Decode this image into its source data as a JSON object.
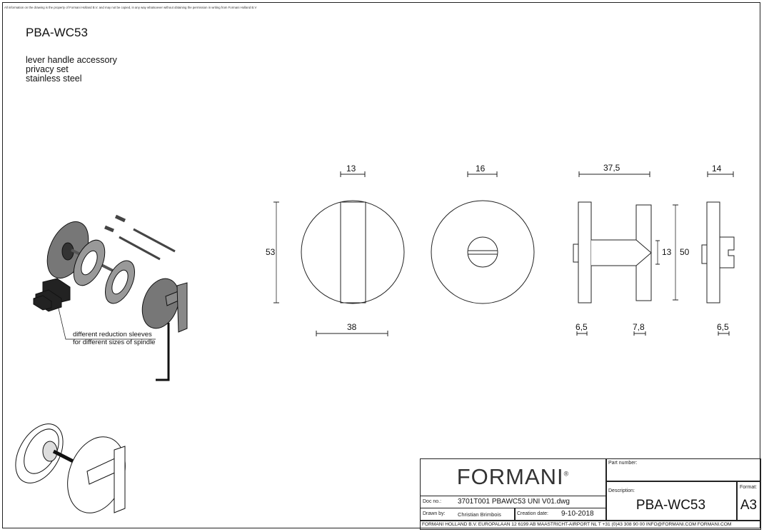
{
  "disclaimer": "All information on the drawing is the property of Formani Holland B.V. and may not be copied, in any way whatsoever without obtaining the permission in writing from Formani Holland B.V",
  "header": {
    "title": "PBA-WC53",
    "lines": [
      "lever handle accessory",
      "privacy set",
      "stainless steel"
    ]
  },
  "illustration": {
    "annotation": [
      "different reduction sleeves",
      "for different sizes of spindle"
    ]
  },
  "dimensions": {
    "front_top": "13",
    "front_height": "53",
    "front_bottom": "38",
    "back_top": "16",
    "side_top": "37,5",
    "side_spindle": "13",
    "side_height": "50",
    "side_plate_left": "6,5",
    "side_plate_right": "7,8",
    "end_top": "14",
    "end_plate": "6,5"
  },
  "title_block": {
    "logo": "FORMANI",
    "logo_mark": "®",
    "part_number_label": "Part number:",
    "part_number": "",
    "description_label": "Description:",
    "description": "PBA-WC53",
    "format_label": "Format:",
    "format": "A3",
    "doc_no_label": "Doc no.:",
    "doc_no": "3701T001 PBAWC53 UNI V01.dwg",
    "drawn_by_label": "Drawn by:",
    "drawn_by": "Christian Brimbois",
    "creation_date_label": "Creation date:",
    "creation_date": "9-10-2018",
    "footer": "FORMANI HOLLAND B.V.  EUROPALAAN 12  6199 AB MAASTRICHT-AIRPORT NL  T +31 (0)43 308 90 00 INFO@FORMANI.COM FORMANI.COM"
  }
}
